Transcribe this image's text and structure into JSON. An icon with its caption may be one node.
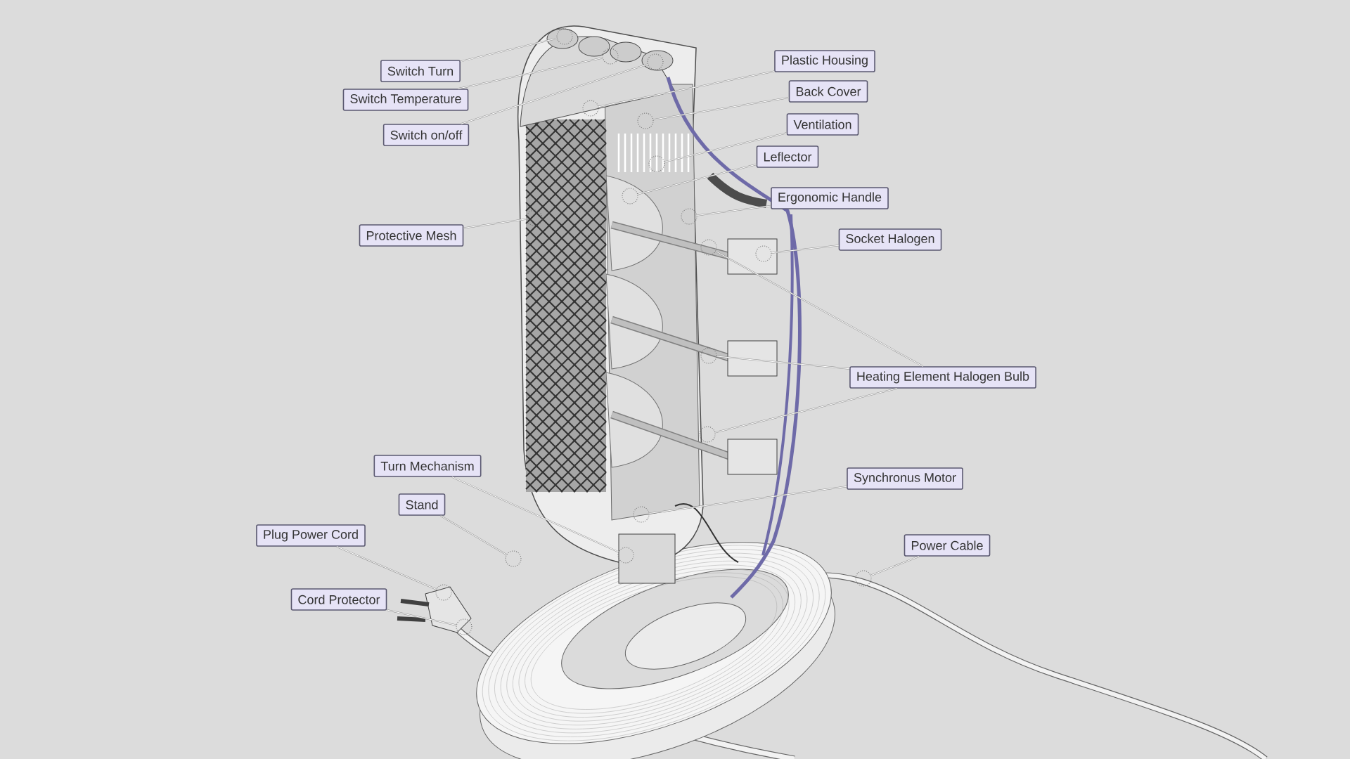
{
  "diagram": {
    "nodes": [
      {
        "text": [
          "Switch Turn"
        ]
      },
      {
        "text": [],
        "shape": "circle"
      },
      {
        "text": [
          "Switch Temperature"
        ]
      },
      {
        "text": [],
        "shape": "circle"
      },
      {
        "text": [
          "Switch on/off"
        ]
      },
      {
        "text": [],
        "shape": "circle"
      },
      {
        "text": [
          "Plastic Housing"
        ]
      },
      {
        "text": [],
        "shape": "circle"
      },
      {
        "text": [
          "Back Cover"
        ]
      },
      {
        "text": [],
        "shape": "circle"
      },
      {
        "text": [
          "Ventilation"
        ]
      },
      {
        "text": [],
        "shape": "circle"
      },
      {
        "text": [
          "Leflector"
        ]
      },
      {
        "text": [],
        "shape": "circle"
      },
      {
        "text": [
          "Protective Mesh"
        ]
      },
      {
        "text": [],
        "shape": "circle"
      },
      {
        "text": [
          "Ergonomic Handle"
        ]
      },
      {
        "text": [],
        "shape": "circle"
      },
      {
        "text": [
          "Socket Halogen"
        ]
      },
      {
        "text": [],
        "shape": "circle"
      },
      {
        "text": [
          "Heating Element Halogen Bulb"
        ]
      },
      {
        "text": [],
        "shape": "circle"
      },
      {
        "text": [],
        "shape": "circle"
      },
      {
        "text": [],
        "shape": "circle"
      },
      {
        "text": [
          "Turn Mechanism"
        ]
      },
      {
        "text": [],
        "shape": "circle"
      },
      {
        "text": [
          "Stand"
        ]
      },
      {
        "text": [],
        "shape": "circle"
      },
      {
        "text": [
          "Plug Power Cord"
        ]
      },
      {
        "text": [],
        "shape": "circle"
      },
      {
        "text": [
          "Synchronus Motor"
        ]
      },
      {
        "text": [],
        "shape": "circle"
      },
      {
        "text": [
          "Power Cable"
        ]
      },
      {
        "text": [],
        "shape": "circle"
      },
      {
        "text": [
          "Cord Protector"
        ]
      },
      {
        "text": [],
        "shape": "circle"
      }
    ],
    "edges": [
      {
        "from": 0,
        "to": 1,
        "arrow": "none"
      },
      {
        "from": 2,
        "to": 3,
        "arrow": "none"
      },
      {
        "from": 4,
        "to": 5,
        "arrow": "none"
      },
      {
        "from": 6,
        "to": 7,
        "arrow": "none"
      },
      {
        "from": 8,
        "to": 9,
        "arrow": "none"
      },
      {
        "from": 10,
        "to": 11,
        "arrow": "none"
      },
      {
        "from": 12,
        "to": 13,
        "arrow": "none"
      },
      {
        "from": 14,
        "to": 15,
        "arrow": "none"
      },
      {
        "from": 16,
        "to": 17,
        "arrow": "none"
      },
      {
        "from": 18,
        "to": 19,
        "arrow": "none"
      },
      {
        "from": 20,
        "to": 21,
        "arrow": "none"
      },
      {
        "from": 20,
        "to": 22,
        "arrow": "none"
      },
      {
        "from": 20,
        "to": 23,
        "arrow": "none"
      },
      {
        "from": 24,
        "to": 25,
        "arrow": "none"
      },
      {
        "from": 26,
        "to": 27,
        "arrow": "none"
      },
      {
        "from": 28,
        "to": 29,
        "arrow": "none"
      },
      {
        "from": 30,
        "to": 31,
        "arrow": "none"
      },
      {
        "from": 32,
        "to": 33,
        "arrow": "none"
      },
      {
        "from": 34,
        "to": 35,
        "arrow": "none"
      }
    ]
  }
}
